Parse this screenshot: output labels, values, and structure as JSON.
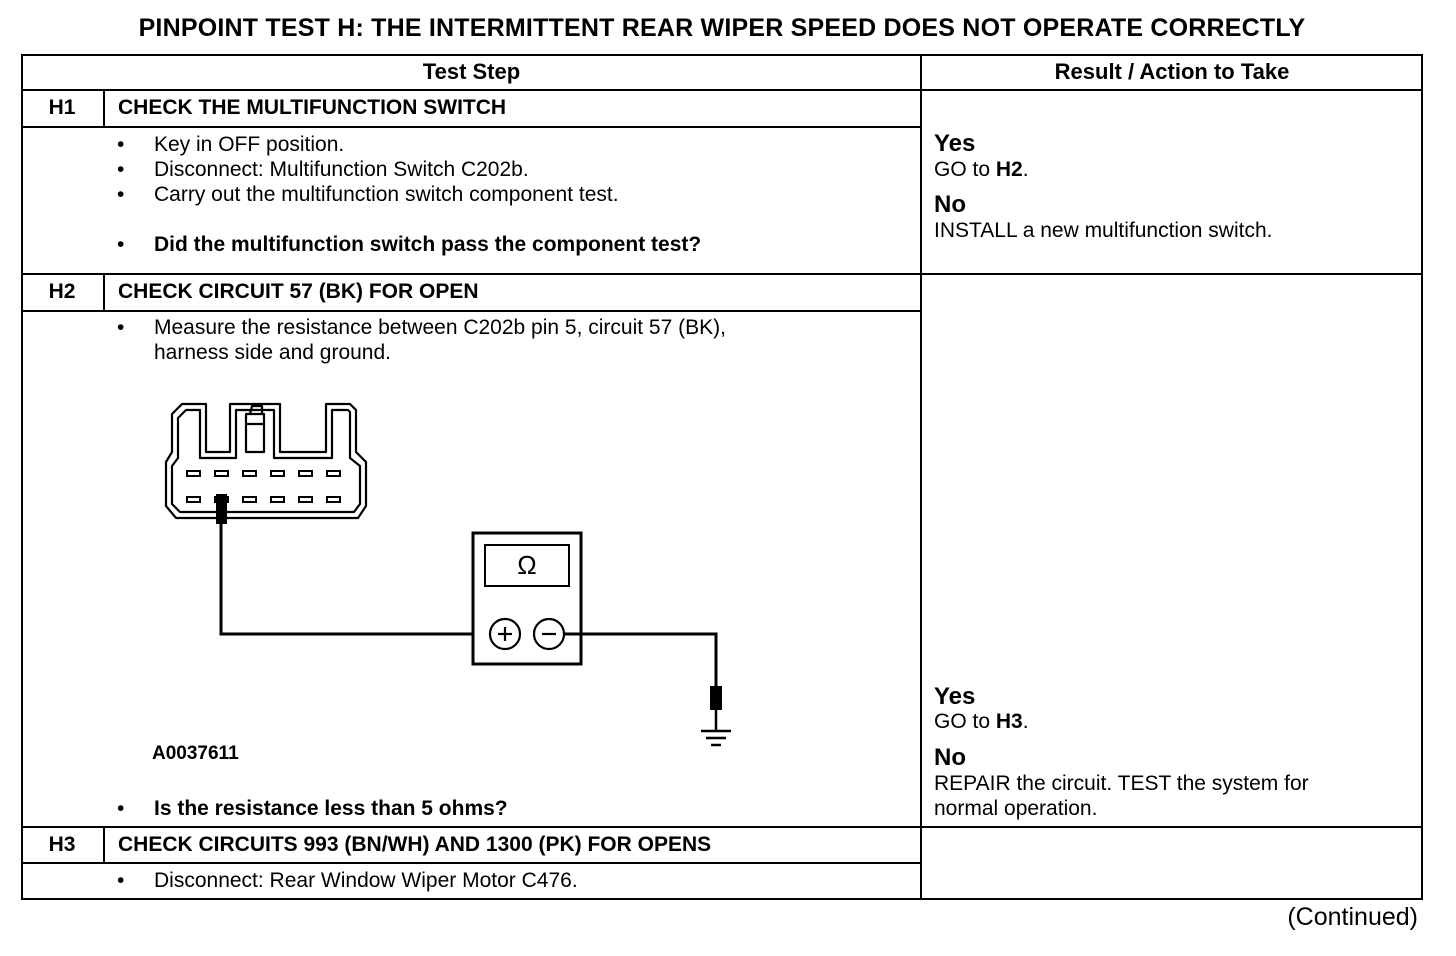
{
  "title": "PINPOINT TEST  H: THE INTERMITTENT REAR WIPER SPEED DOES NOT OPERATE CORRECTLY",
  "table": {
    "col_test_step": "Test Step",
    "col_result": "Result / Action to Take"
  },
  "steps": {
    "h1": {
      "id": "H1",
      "title": "CHECK THE MULTIFUNCTION SWITCH",
      "bullets": [
        "Key in OFF position.",
        "Disconnect:  Multifunction Switch C202b.",
        "Carry out the multifunction switch component test."
      ],
      "question": "Did the multifunction switch pass the component test?",
      "yes_label": "Yes",
      "yes_action_prefix": "GO to ",
      "yes_action_target": "H2",
      "yes_action_suffix": ".",
      "no_label": "No",
      "no_action": "INSTALL a new multifunction switch."
    },
    "h2": {
      "id": "H2",
      "title": "CHECK CIRCUIT 57 (BK) FOR OPEN",
      "bullet_line1": "Measure the resistance between C202b pin 5, circuit 57 (BK),",
      "bullet_line2": "harness side and ground.",
      "figure_id": "A0037611",
      "meter_symbol": "Ω",
      "question": "Is the resistance less than 5 ohms?",
      "yes_label": "Yes",
      "yes_action_prefix": "GO to ",
      "yes_action_target": "H3",
      "yes_action_suffix": ".",
      "no_label": "No",
      "no_action_line1": "REPAIR the circuit. TEST the system for",
      "no_action_line2": "normal operation."
    },
    "h3": {
      "id": "H3",
      "title": "CHECK CIRCUITS 993 (BN/WH) AND 1300 (PK) FOR OPENS",
      "bullet": "Disconnect: Rear Window Wiper Motor C476."
    }
  },
  "bullet_char": "•",
  "continued": "(Continued)"
}
